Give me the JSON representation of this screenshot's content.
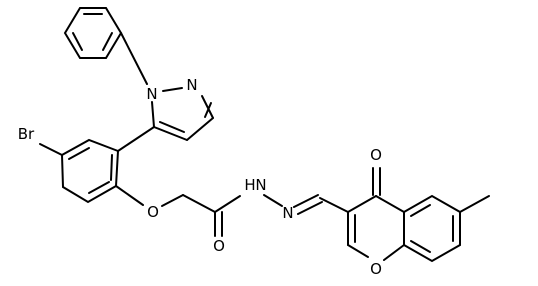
{
  "figure": {
    "kind": "chemical structure",
    "atom_labels": {
      "br": "Br",
      "n_phenyl": "N",
      "n_pyrazole": "N",
      "o_ether": "O",
      "o_amide": "O",
      "nh": "N",
      "h_nh": "H",
      "n_imine": "N",
      "o_ketone": "O",
      "o_pyran": "O"
    }
  }
}
